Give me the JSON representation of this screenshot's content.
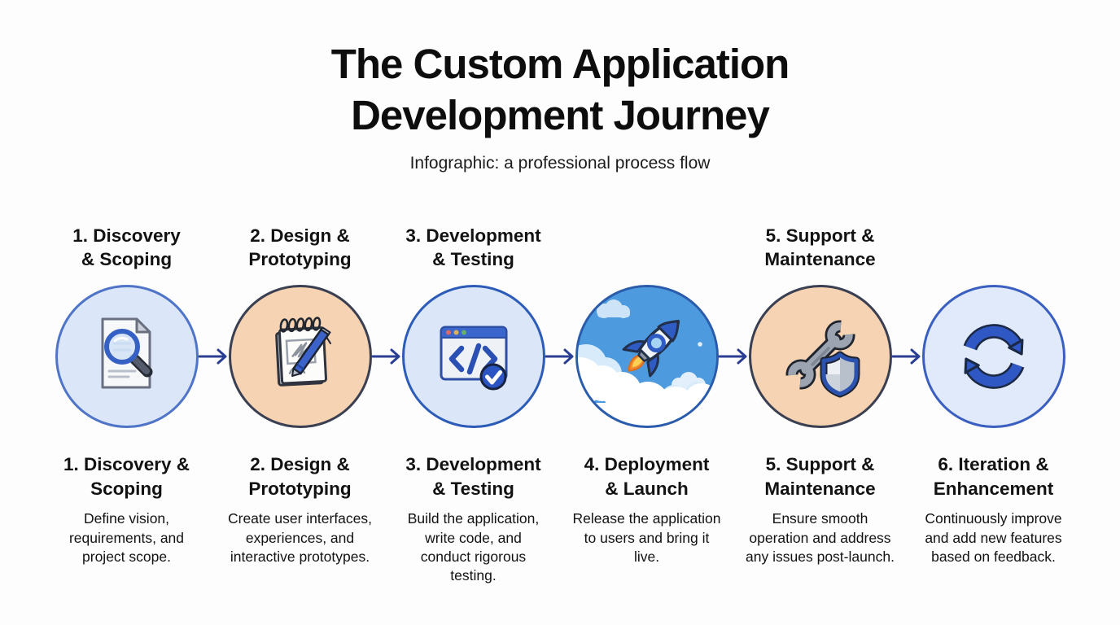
{
  "header": {
    "title": "The Custom Application\nDevelopment Journey",
    "subtitle": "Infographic: a professional process flow"
  },
  "steps": [
    {
      "id": 1,
      "top_label": "1. Discovery\n& Scoping",
      "heading": "1. Discovery &\nScoping",
      "description": "Define vision,\nrequirements, and\nproject scope.",
      "icon": "document-magnifier-icon"
    },
    {
      "id": 2,
      "top_label": "2. Design &\nPrototyping",
      "heading": "2. Design &\nPrototyping",
      "description": "Create user interfaces,\nexperiences, and\ninteractive prototypes.",
      "icon": "notepad-pen-icon"
    },
    {
      "id": 3,
      "top_label": "3. Development\n& Testing",
      "heading": "3. Development\n& Testing",
      "description": "Build the application,\nwrite code, and\nconduct rigorous\ntesting.",
      "icon": "code-window-icon"
    },
    {
      "id": 4,
      "top_label": "",
      "heading": "4. Deployment\n& Launch",
      "description": "Release the application\nto users and bring it\nlive.",
      "icon": "rocket-launch-icon"
    },
    {
      "id": 5,
      "top_label": "5. Support &\nMaintenance",
      "heading": "5. Support &\nMaintenance",
      "description": "Ensure smooth\noperation and address\nany issues post-launch.",
      "icon": "wrench-shield-icon"
    },
    {
      "id": 6,
      "top_label": "",
      "heading": "6. Iteration &\nEnhancement",
      "description": "Continuously improve\nand add new features\nbased on feedback.",
      "icon": "cycle-arrows-icon"
    }
  ],
  "palette": {
    "background": "#fdfdfd",
    "text": "#121212",
    "arrow": "#2a3f94",
    "circle_blue_fill": "#dbe7f8",
    "circle_blue_border": "#4f74c8",
    "circle_peach_fill": "#f6d3b2",
    "circle_peach_border": "#3a3f51",
    "circle_sky_fill": "#4d9adf",
    "circle_sky_border": "#2a5cab",
    "icon_blue": "#2f58c4"
  }
}
